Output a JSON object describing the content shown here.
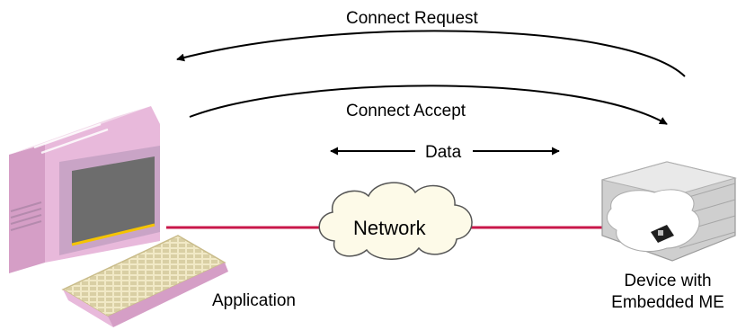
{
  "labels": {
    "connect_request": "Connect Request",
    "connect_accept": "Connect Accept",
    "data": "Data",
    "network": "Network",
    "application": "Application",
    "device_line1": "Device with",
    "device_line2": "Embedded ME"
  },
  "colors": {
    "link_line": "#c8174a",
    "cloud_fill": "#fdfae8",
    "computer_body": "#e8b9db",
    "computer_top": "#f2d9ea",
    "computer_side": "#d59ec6",
    "screen_bezel": "#c9a4c6",
    "screen": "#6d6d6d",
    "keyboard": "#f1e9c6",
    "device_body": "#cfcfcf",
    "device_top": "#e9e9e9"
  },
  "icons": {
    "computer": "desktop-computer-icon",
    "device": "embedded-device-icon",
    "network": "cloud-icon"
  }
}
